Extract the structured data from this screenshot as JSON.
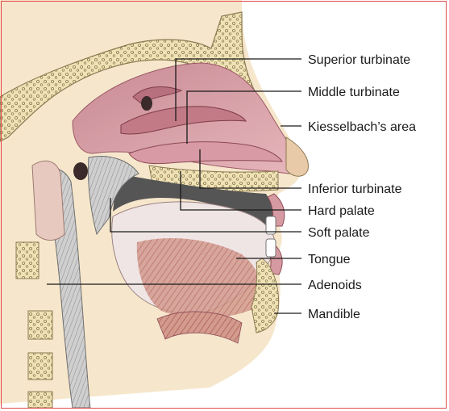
{
  "diagram": {
    "labels": {
      "superior_turbinate": "Superior turbinate",
      "middle_turbinate": "Middle turbinate",
      "kiesselbach_area": "Kiesselbach’s area",
      "inferior_turbinate": "Inferior turbinate",
      "hard_palate": "Hard palate",
      "soft_palate": "Soft palate",
      "tongue": "Tongue",
      "adenoids": "Adenoids",
      "mandible": "Mandible"
    },
    "colors": {
      "frame": "#e24a4a",
      "bone": "#efe2b4",
      "bone_dots": "#8c7a52",
      "skin": "#f6e7cc",
      "mucosa": "#d69aa2",
      "mucosa_dark": "#b7707e",
      "muscle": "#c8867c",
      "pharynx": "#cfcfcf",
      "dark_cavity": "#3a3a3a"
    }
  }
}
